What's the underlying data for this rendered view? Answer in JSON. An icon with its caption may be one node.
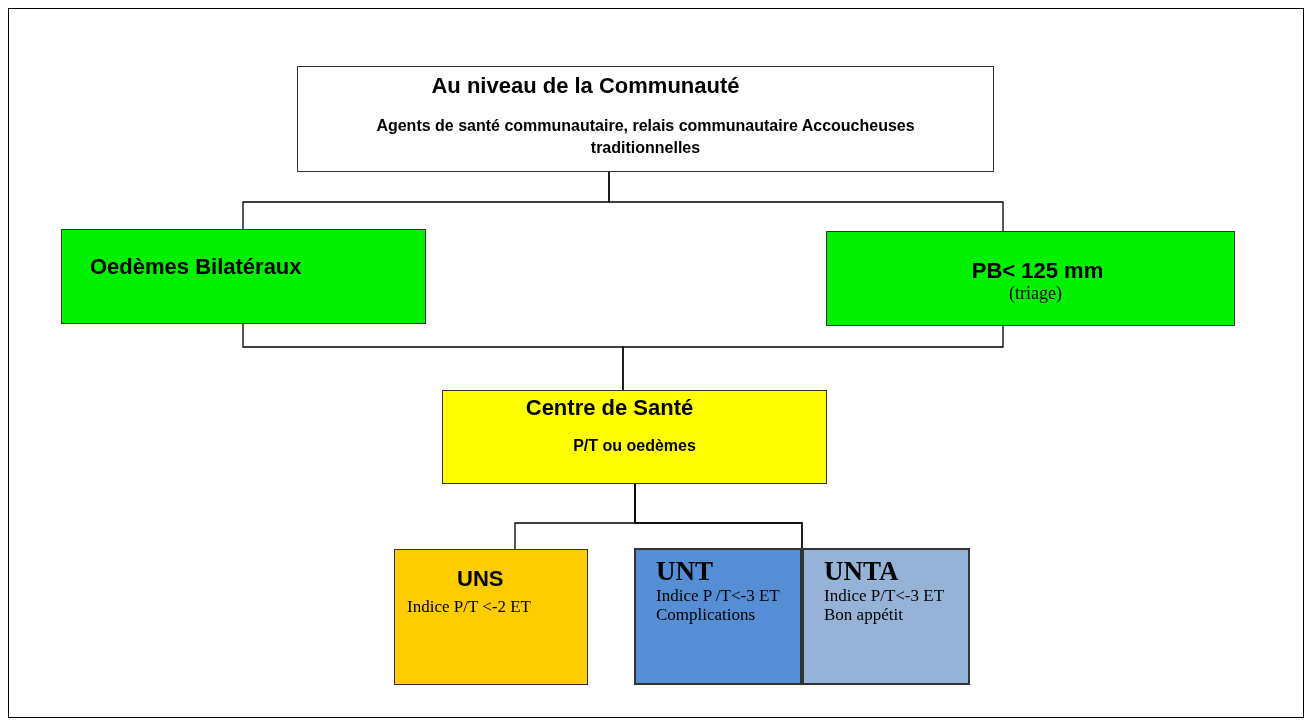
{
  "diagram": {
    "nodes": [
      {
        "text": [
          "Au niveau de la Communauté",
          "Agents de santé communautaire, relais communautaire Accoucheuses traditionnelles"
        ]
      },
      {
        "text": [
          "Oedèmes Bilatéraux"
        ]
      },
      {
        "text": [
          "PB< 125 mm",
          "(triage)"
        ]
      },
      {
        "text": [
          "Centre de Santé",
          "P/T ou oedèmes"
        ]
      },
      {
        "text": [
          "UNS",
          "Indice P/T <-2 ET"
        ]
      },
      {
        "text": [
          "UNT",
          "Indice P /T<-3 ET Complications"
        ]
      },
      {
        "text": [
          "UNTA",
          "Indice P/T<-3 ET Bon appétit"
        ]
      }
    ],
    "edges": [
      {
        "from": 0,
        "to": 1,
        "arrow": "none"
      },
      {
        "from": 0,
        "to": 2,
        "arrow": "none"
      },
      {
        "from": 1,
        "to": 3,
        "arrow": "none"
      },
      {
        "from": 2,
        "to": 3,
        "arrow": "none"
      },
      {
        "from": 3,
        "to": 4,
        "arrow": "none"
      },
      {
        "from": 3,
        "to": 5,
        "arrow": "none"
      },
      {
        "from": 3,
        "to": 6,
        "arrow": "none"
      }
    ]
  }
}
